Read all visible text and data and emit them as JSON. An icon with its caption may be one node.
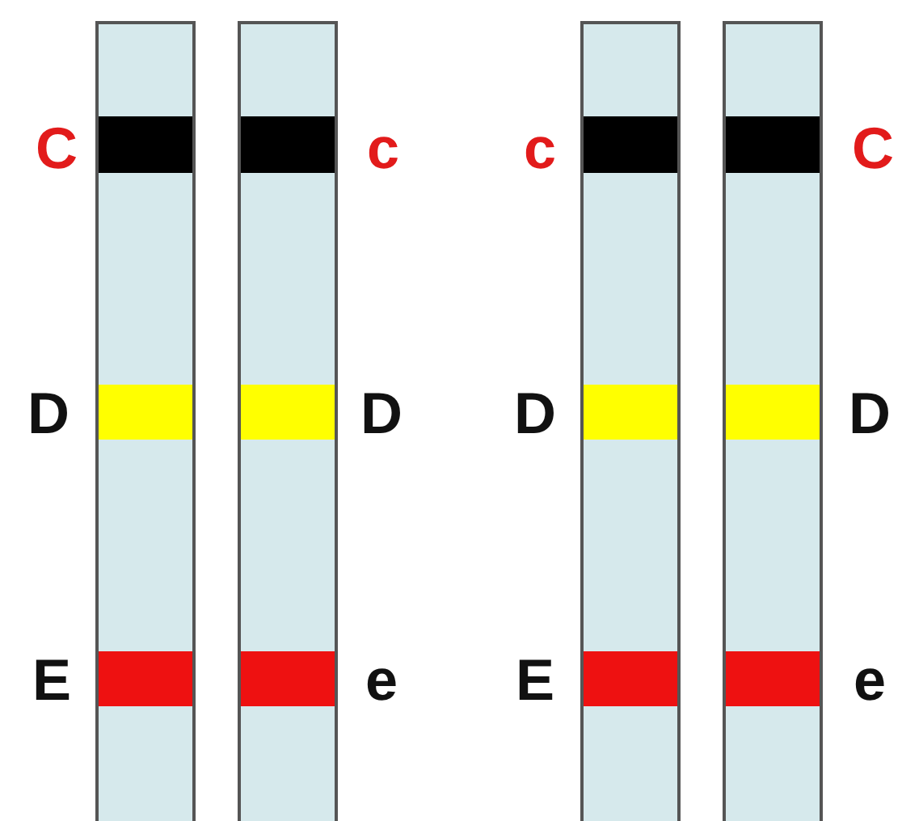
{
  "diagram": {
    "labels": [
      "C",
      "c",
      "c",
      "C",
      "D",
      "D",
      "D",
      "D",
      "E",
      "e",
      "E",
      "e"
    ]
  }
}
